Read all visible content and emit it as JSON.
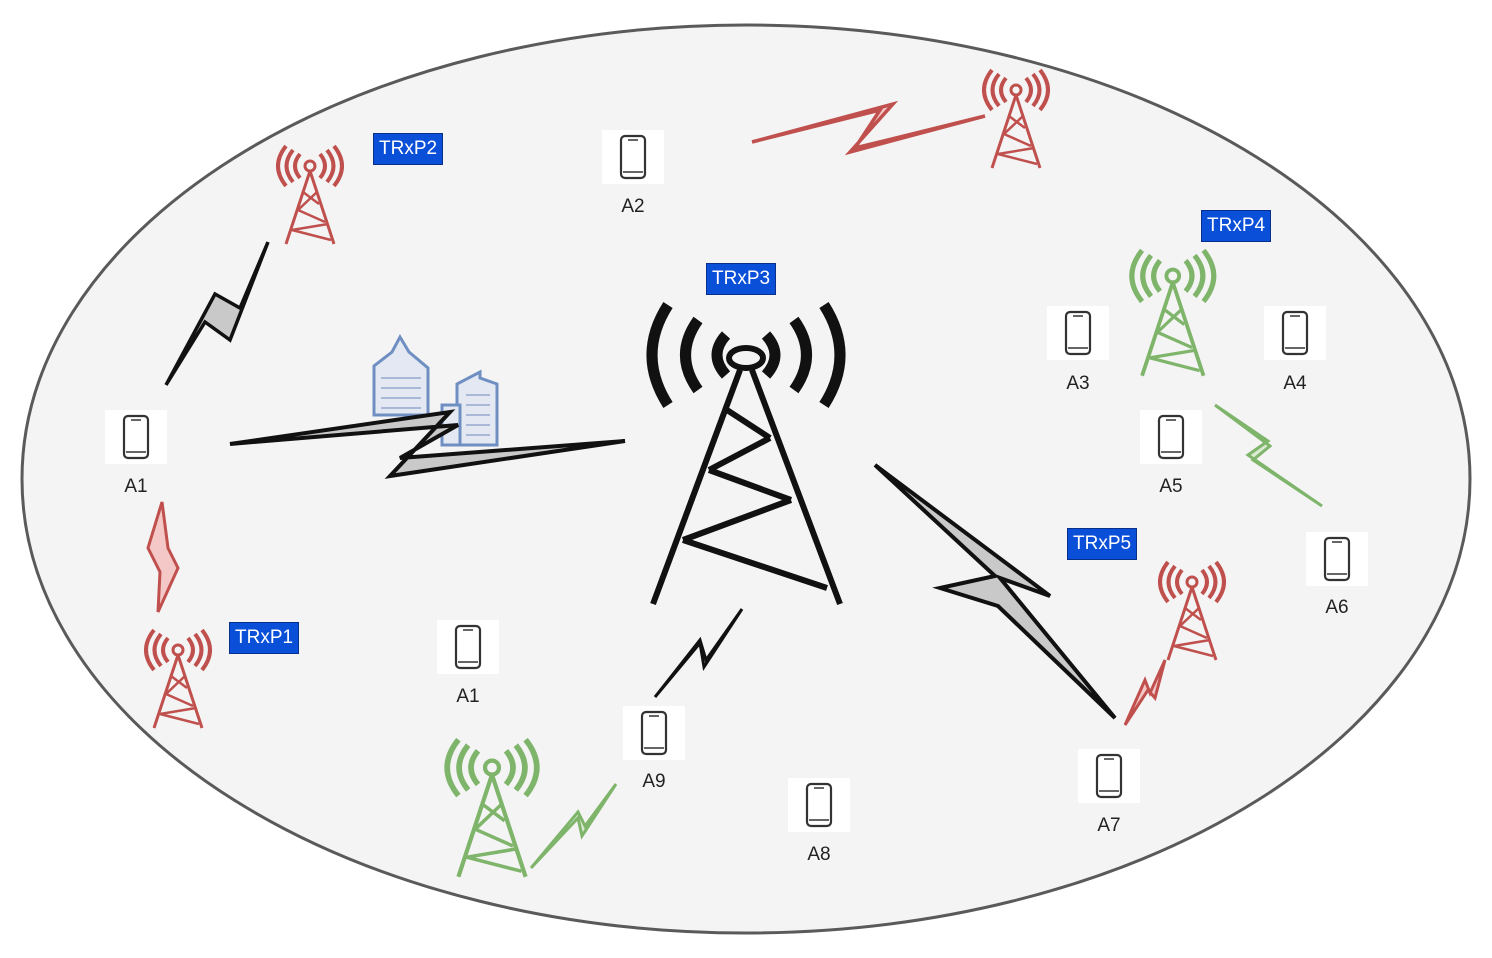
{
  "colors": {
    "background": "#f4f4f4",
    "ellipse_border": "#555555",
    "macro_tower": "#111111",
    "red_tower": "#c0504d",
    "green_tower": "#7fb56b",
    "building": "#6f8fc2",
    "label_fill": "#0a4fd8"
  },
  "trxp_labels": [
    {
      "id": "trxp1",
      "text": "TRxP1"
    },
    {
      "id": "trxp2",
      "text": "TRxP2"
    },
    {
      "id": "trxp3",
      "text": "TRxP3"
    },
    {
      "id": "trxp4",
      "text": "TRxP4"
    },
    {
      "id": "trxp5",
      "text": "TRxP5"
    }
  ],
  "devices": [
    {
      "id": "a1-left",
      "label": "A1"
    },
    {
      "id": "a1-center",
      "label": "A1"
    },
    {
      "id": "a2",
      "label": "A2"
    },
    {
      "id": "a3",
      "label": "A3"
    },
    {
      "id": "a4",
      "label": "A4"
    },
    {
      "id": "a5",
      "label": "A5"
    },
    {
      "id": "a6",
      "label": "A6"
    },
    {
      "id": "a7",
      "label": "A7"
    },
    {
      "id": "a8",
      "label": "A8"
    },
    {
      "id": "a9",
      "label": "A9"
    }
  ],
  "icons": {
    "macro_tower": "cell-tower-icon",
    "small_tower": "antenna-tower-icon",
    "phone": "smartphone-icon",
    "building": "building-icon",
    "link": "lightning-link-icon"
  }
}
